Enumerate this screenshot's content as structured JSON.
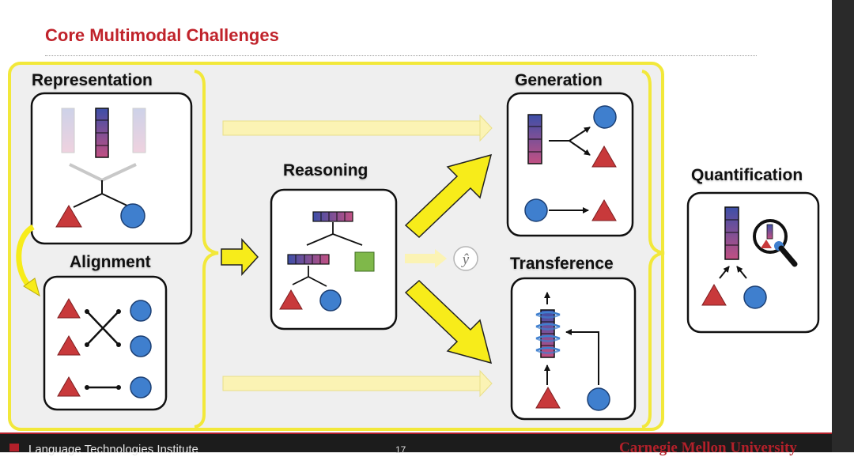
{
  "title": "Core Multimodal Challenges",
  "boxes": {
    "representation": "Representation",
    "alignment": "Alignment",
    "reasoning": "Reasoning",
    "generation": "Generation",
    "transference": "Transference",
    "quantification": "Quantification"
  },
  "output_symbol": "ŷ",
  "footer": {
    "institute": "Language Technologies Institute",
    "page": "17",
    "university": "Carnegie Mellon University"
  },
  "colors": {
    "accent_red": "#c0232b",
    "triangle": "#c8393b",
    "circle": "#3f7fce",
    "square": "#7fb84a",
    "arrow_yellow": "#f7ec1a",
    "bracket_yellow": "#f2e83a"
  }
}
